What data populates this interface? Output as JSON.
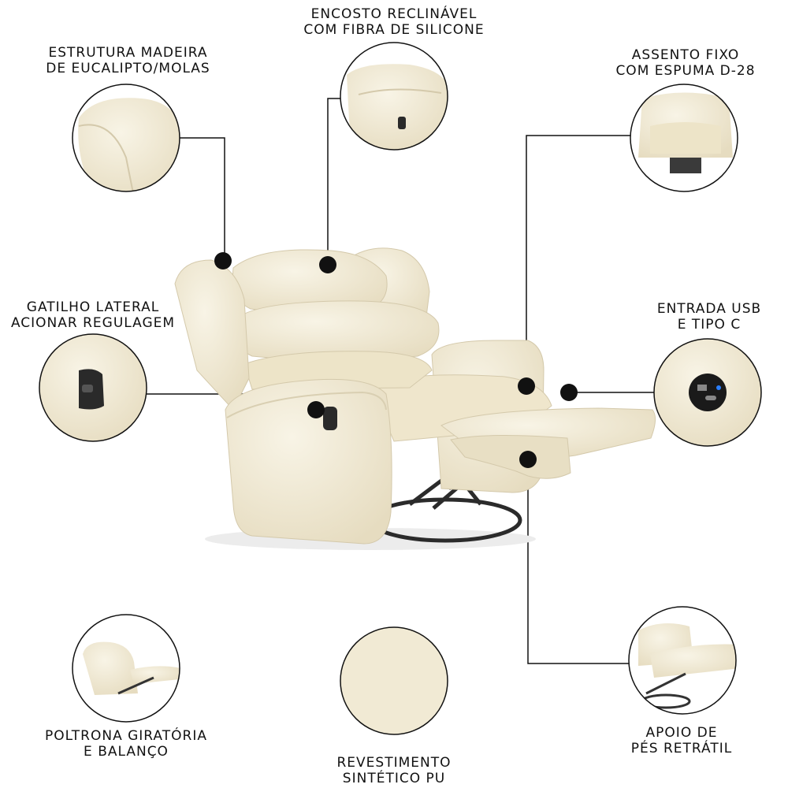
{
  "colors": {
    "upholstery": "#efe8d2",
    "upholstery_shadow": "#d9cfb2",
    "line": "#111111",
    "dot": "#111111",
    "usb_light": "#2a7fff"
  },
  "features": {
    "structure": {
      "line1": "ESTRUTURA MADEIRA",
      "line2": "DE EUCALIPTO/MOLAS"
    },
    "backrest": {
      "line1": "ENCOSTO RECLINÁVEL",
      "line2": "COM FIBRA DE SILICONE"
    },
    "seat": {
      "line1": "ASSENTO FIXO",
      "line2": "COM ESPUMA D-28"
    },
    "trigger": {
      "line1": "GATILHO LATERAL",
      "line2": "ACIONAR REGULAGEM"
    },
    "usb": {
      "line1": "ENTRADA USB",
      "line2": "E TIPO C"
    },
    "swivel": {
      "line1": "POLTRONA GIRATÓRIA",
      "line2": "E BALANÇO"
    },
    "cover": {
      "line1": "REVESTIMENTO",
      "line2": "SINTÉTICO PU"
    },
    "footrest": {
      "line1": "APOIO DE",
      "line2": "PÉS RETRÁTIL"
    }
  }
}
